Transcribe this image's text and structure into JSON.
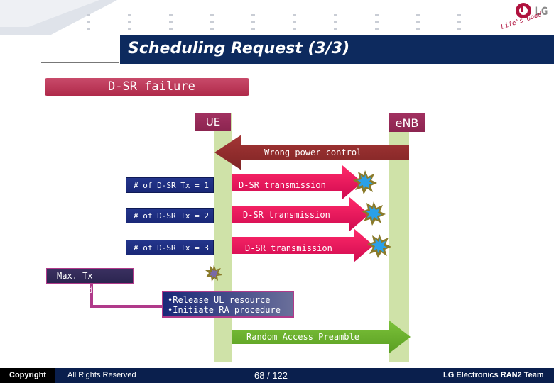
{
  "title": "Scheduling Request (3/3)",
  "section_banner": "D-SR failure",
  "entities": {
    "ue": "UE",
    "enb": "eNB"
  },
  "messages": {
    "wrong_power": "Wrong power control",
    "random_access": "Random Access Preamble"
  },
  "transmissions": [
    {
      "label": "# of D-SR Tx = 1",
      "message": "D-SR transmission"
    },
    {
      "label": "# of D-SR Tx = 2",
      "message": "D-SR transmission"
    },
    {
      "label": "# of D-SR Tx = 3",
      "message": "D-SR transmission"
    }
  ],
  "max_tx": "Max. Tx reached",
  "actions": [
    "•Release UL resource",
    "•Initiate RA procedure"
  ],
  "logo": {
    "brand": "LG",
    "tagline": "Life's Good"
  },
  "footer": {
    "copyright": "Copyright",
    "rights": "All Rights Reserved",
    "page": "68 / 122",
    "team": "LG Electronics RAN2 Team"
  },
  "colors": {
    "title_bar": "#0d2a5e",
    "lifeline": "#cfe2a8",
    "uplink_arrow": "#e0105a",
    "downlink_arrow": "#8e2b2b",
    "preamble_arrow": "#6caf2a",
    "label_box": "#1a2878",
    "connector": "#b03a8a"
  }
}
